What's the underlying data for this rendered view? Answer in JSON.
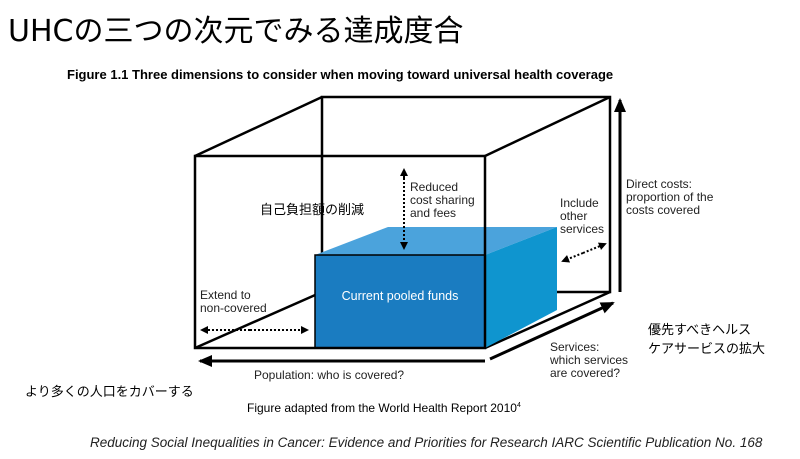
{
  "slide": {
    "title": "UHCの三つの次元でみる達成度合",
    "figure_title": "Figure 1.1 Three dimensions to consider when moving toward universal health coverage",
    "source": "Figure adapted from the World Health Report 2010",
    "source_sup": "4",
    "citation": "Reducing Social Inequalities in Cancer: Evidence and Priorities for Research  IARC Scientific Publication No. 168"
  },
  "diagram": {
    "pooled_funds": "Current pooled funds",
    "reduced_cost": [
      "Reduced",
      "cost sharing",
      "and fees"
    ],
    "include_other": [
      "Include",
      "other",
      "services"
    ],
    "direct_costs": [
      "Direct costs:",
      "proportion of the",
      "costs covered"
    ],
    "extend": [
      "Extend to",
      "non-covered"
    ],
    "population_axis": "Population: who is covered?",
    "services_axis": [
      "Services:",
      "which services",
      "are covered?"
    ],
    "colors": {
      "front": "#1a7cc1",
      "top": "#4ba3dc",
      "side": "#0f95cf"
    }
  },
  "annotations_jp": {
    "cost_reduction": "自己負担額の削減",
    "services_expansion": [
      "優先すべきヘルス",
      "ケアサービスの拡大"
    ],
    "population_expansion": "より多くの人口をカバーする"
  }
}
